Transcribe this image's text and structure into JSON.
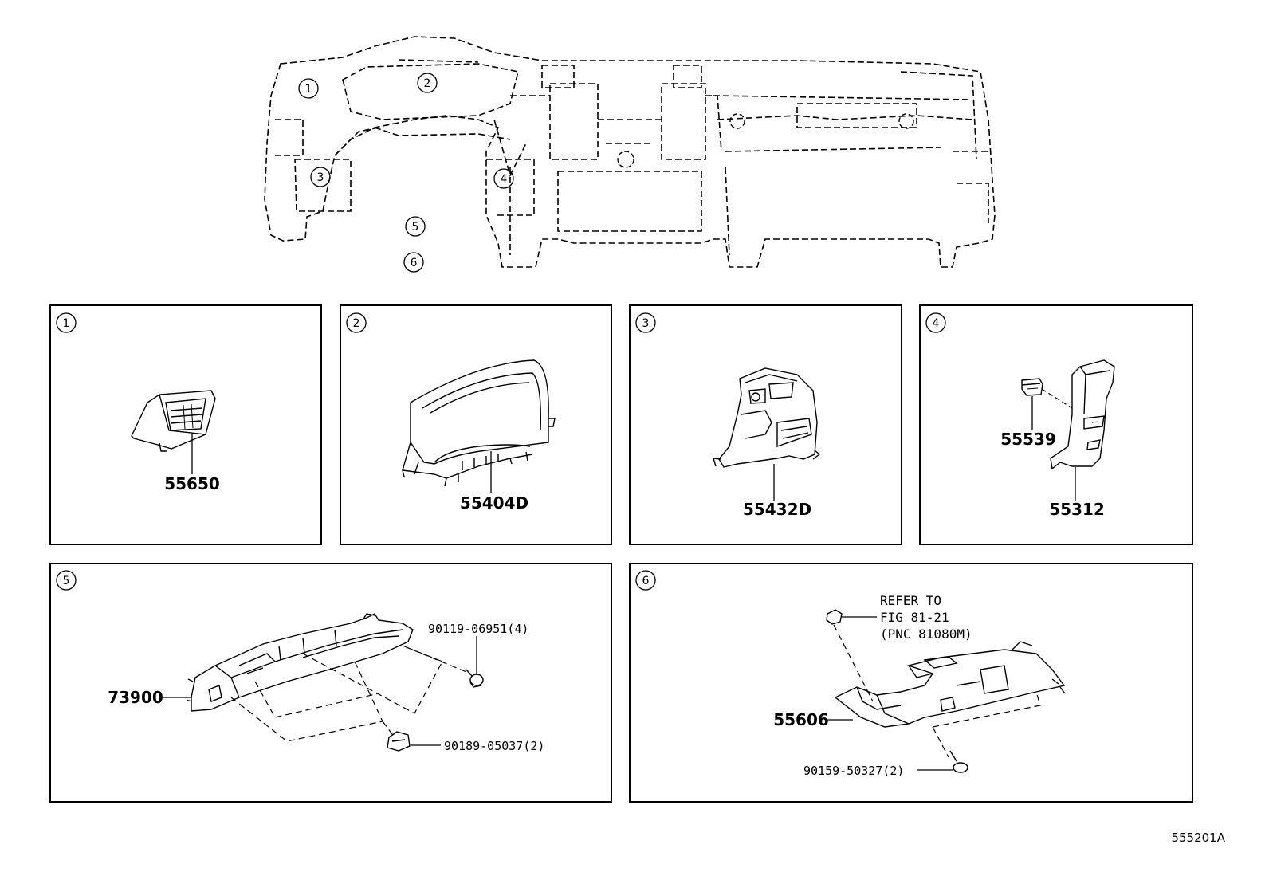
{
  "overview": {
    "callouts": [
      "1",
      "2",
      "3",
      "4",
      "5",
      "6"
    ]
  },
  "panels": [
    {
      "number": "1",
      "parts": [
        "55650"
      ]
    },
    {
      "number": "2",
      "parts": [
        "55404D"
      ]
    },
    {
      "number": "3",
      "parts": [
        "55432D"
      ]
    },
    {
      "number": "4",
      "parts": [
        "55539",
        "55312"
      ]
    },
    {
      "number": "5",
      "parts": [
        "73900",
        "90119-06951(4)",
        "90189-05037(2)"
      ]
    },
    {
      "number": "6",
      "parts": [
        "55606",
        "90159-50327(2)"
      ],
      "note": [
        "REFER TO",
        "FIG 81-21",
        "(PNC 81080M)"
      ]
    }
  ],
  "diagram_id": "555201A"
}
